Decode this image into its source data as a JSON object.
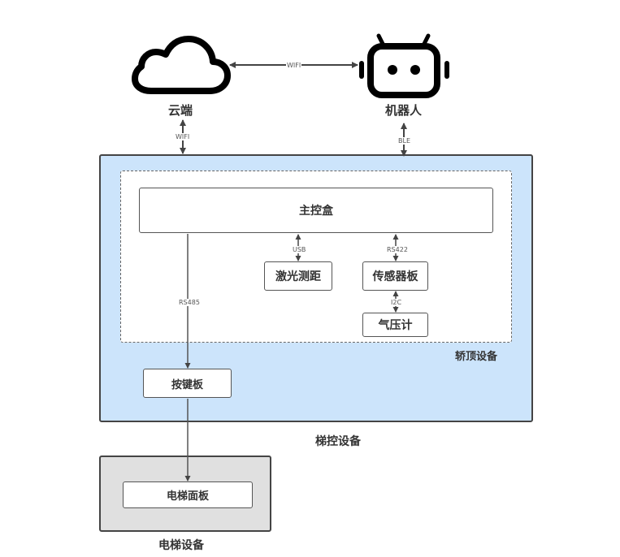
{
  "nodes": {
    "cloud": {
      "label": "云端",
      "icon": "cloud-icon"
    },
    "robot": {
      "label": "机器人",
      "icon": "robot-icon"
    },
    "main_control_box": {
      "label": "主控盒"
    },
    "laser_ranging": {
      "label": "激光测距"
    },
    "sensor_board": {
      "label": "传感器板"
    },
    "barometer": {
      "label": "气压计"
    },
    "keypad_board": {
      "label": "按键板"
    },
    "elevator_panel": {
      "label": "电梯面板"
    }
  },
  "groups": {
    "car_top_equipment": {
      "label": "轿顶设备"
    },
    "elevator_control_equipment": {
      "label": "梯控设备",
      "fill": "#cce4fb"
    },
    "elevator_equipment": {
      "label": "电梯设备",
      "fill": "#e0e0e0"
    }
  },
  "edges": {
    "cloud_robot": {
      "label": "WIFI"
    },
    "cloud_control": {
      "label": "WIFI"
    },
    "robot_control": {
      "label": "BLE"
    },
    "main_laser": {
      "label": "USB"
    },
    "main_sensor": {
      "label": "RS422"
    },
    "sensor_barometer": {
      "label": "I2C"
    },
    "main_keypad": {
      "label": "RS485"
    },
    "keypad_panel": {
      "label": ""
    }
  }
}
